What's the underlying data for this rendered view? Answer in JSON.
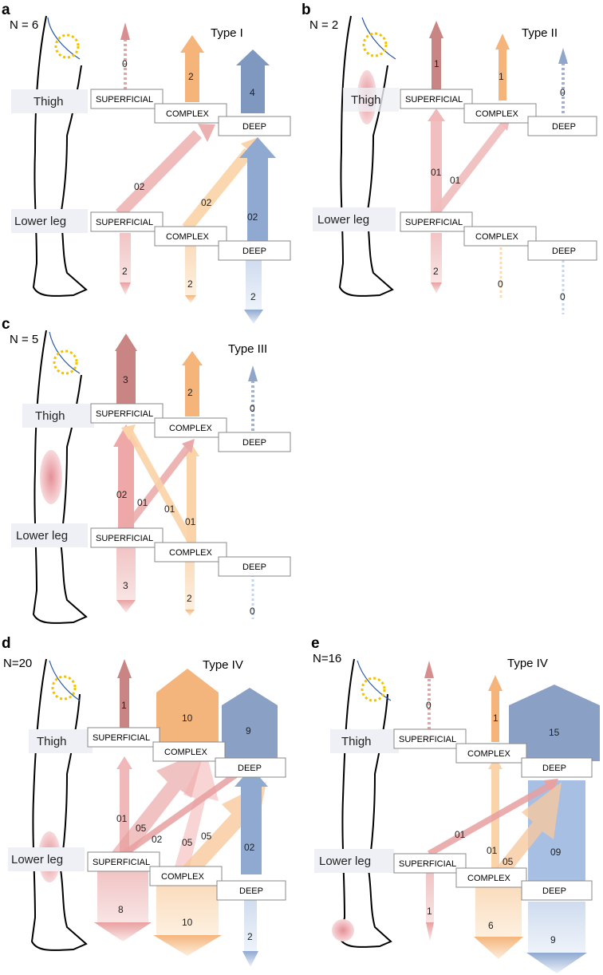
{
  "segments": {
    "thigh": "Thigh",
    "lower_leg": "Lower leg"
  },
  "systems": {
    "superficial": "SUPERFICIAL",
    "complex": "COMPLEX",
    "deep": "DEEP"
  },
  "colors": {
    "superficial": "#e8a4a4",
    "superficial_dark": "#c98484",
    "complex": "#f5b47a",
    "complex_light": "#fbd9b3",
    "deep": "#7f98bf",
    "deep_light": "#c5d4ea",
    "gfv_circle": "#f2c200",
    "leg_outline": "#000000",
    "vessel_line": "#2a5aa8",
    "reflux_zone": "#e8a0a4"
  },
  "panels": [
    {
      "letter": "a",
      "n_label": "N = 6",
      "type": "Type I",
      "thigh_values": {
        "superficial": "0",
        "complex": "2",
        "deep": "4"
      },
      "lower_values": {
        "superficial": "2",
        "complex": "2",
        "deep": "2"
      },
      "connections": [
        "02",
        "02",
        "02"
      ]
    },
    {
      "letter": "b",
      "n_label": "N = 2",
      "type": "Type II",
      "thigh_values": {
        "superficial": "1",
        "complex": "1",
        "deep": "0"
      },
      "lower_values": {
        "superficial": "2",
        "complex": "0",
        "deep": "0"
      },
      "connections": [
        "01",
        "01"
      ]
    },
    {
      "letter": "c",
      "n_label": "N = 5",
      "type": "Type III",
      "thigh_values": {
        "superficial": "3",
        "complex": "2",
        "deep": "0"
      },
      "lower_values": {
        "superficial": "3",
        "complex": "2",
        "deep": "0"
      },
      "connections": [
        "02",
        "01",
        "01",
        "01"
      ]
    },
    {
      "letter": "d",
      "n_label": "N=20",
      "type": "Type IV",
      "thigh_values": {
        "superficial": "1",
        "complex": "10",
        "deep": "9"
      },
      "lower_values": {
        "superficial": "8",
        "complex": "10",
        "deep": "2"
      },
      "connections": [
        "01",
        "05",
        "02",
        "05",
        "05",
        "02"
      ]
    },
    {
      "letter": "e",
      "n_label": "N=16",
      "type": "Type IV",
      "thigh_values": {
        "superficial": "0",
        "complex": "1",
        "deep": "15"
      },
      "lower_values": {
        "superficial": "1",
        "complex": "6",
        "deep": "9"
      },
      "connections": [
        "01",
        "01",
        "05",
        "09"
      ]
    }
  ]
}
